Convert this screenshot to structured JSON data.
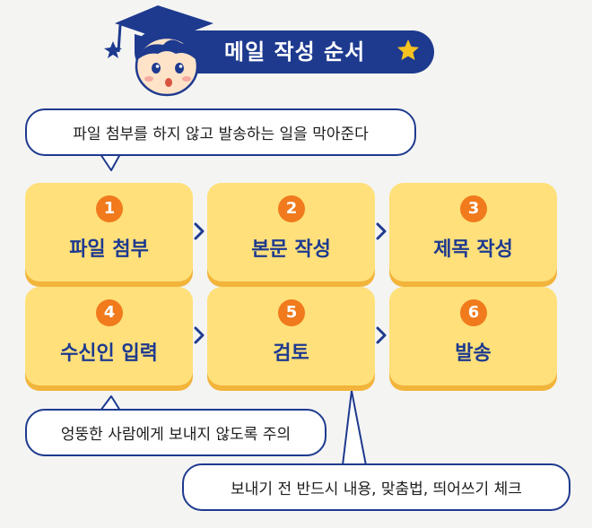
{
  "header": {
    "title": "메일 작성 순서",
    "icons": [
      "mascot-graduation-icon",
      "star-icon"
    ]
  },
  "bubbles": {
    "top": "파일 첨부를 하지 않고 발송하는 일을 막아준다",
    "middle": "엉뚱한 사람에게 보내지 않도록 주의",
    "bottom": "보내기 전 반드시 내용, 맞춤법, 띄어쓰기 체크"
  },
  "steps": [
    {
      "number": "1",
      "label": "파일 첨부"
    },
    {
      "number": "2",
      "label": "본문 작성"
    },
    {
      "number": "3",
      "label": "제목 작성"
    },
    {
      "number": "4",
      "label": "수신인 입력"
    },
    {
      "number": "5",
      "label": "검토"
    },
    {
      "number": "6",
      "label": "발송"
    }
  ],
  "colors": {
    "navy": "#1e3a8f",
    "card_fill": "#ffe07a",
    "card_shadow": "#f2b43b",
    "badge": "#f07a1c",
    "star": "#f6c320",
    "background": "#f4f4f2"
  }
}
